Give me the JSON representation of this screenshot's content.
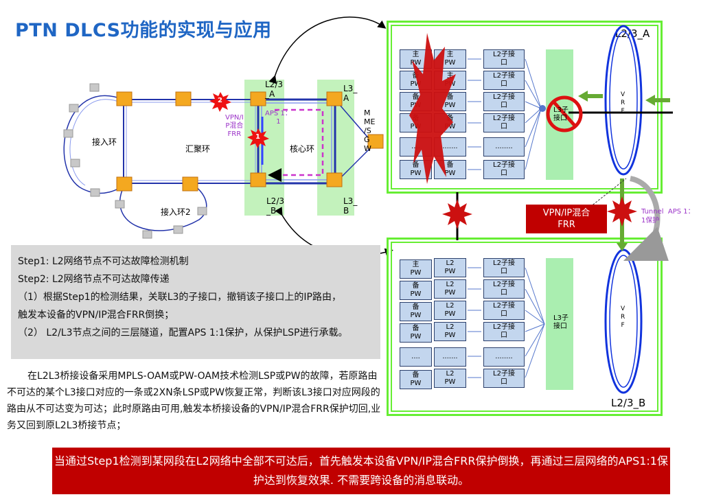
{
  "title": "PTN DLCS功能的实现与应用",
  "network": {
    "access_ring1": "接入环",
    "agg_ring": "汇聚环",
    "core_ring": "核心环",
    "access_ring2": "接入环2",
    "l23a_left": "L2/3\n_A",
    "l23b_left": "L2/3\n_B",
    "l3a": "L3_\nA",
    "l3b": "L3_\nB",
    "mme": "M\nME\n/S\nG\nW",
    "vpn_ip_frr": "VPN/I\nP混合\nFRR",
    "aps_label": "APS 1：\n1",
    "fault1": "1",
    "fault2": "2"
  },
  "device_a": {
    "label": "L2/3_A",
    "rows": [
      {
        "c1": "主\nPW",
        "c2": "主\nPW",
        "c3": "L2子接\n口"
      },
      {
        "c1": "备\nPW",
        "c2": "主\nPW",
        "c3": "L2子接\n口"
      },
      {
        "c1": "备\nPW",
        "c2": "备\nPW",
        "c3": "L2子接\n口"
      },
      {
        "c1": "备\nPW",
        "c2": "备\nPW",
        "c3": "L2子接\n口"
      },
      {
        "c1": "....",
        "c2": ".......",
        "c3": "........"
      },
      {
        "c1": "备\nPW",
        "c2": "备\nPW",
        "c3": "L2子接\n口"
      }
    ],
    "l3_sub": "L3子\n接口",
    "vrf": "V\nR\nF"
  },
  "device_b": {
    "label": "L2/3_B",
    "rows": [
      {
        "c1": "主\nPW",
        "c2": "L2\nPW",
        "c3": "L2子接\n口"
      },
      {
        "c1": "备\nPW",
        "c2": "L2\nPW",
        "c3": "L2子接\n口"
      },
      {
        "c1": "备\nPW",
        "c2": "L2\nPW",
        "c3": "L2子接\n口"
      },
      {
        "c1": "备\nPW",
        "c2": "L2\nPW",
        "c3": "L2子接\n口"
      },
      {
        "c1": "....",
        "c2": ".......",
        "c3": "........"
      },
      {
        "c1": "备\nPW",
        "c2": "L2\nPW",
        "c3": "L2子接\n口"
      }
    ],
    "l3_sub": "L3子\n接口",
    "vrf": "V\nR\nF"
  },
  "mix_frr_box": "VPN/IP混合\nFRR",
  "tunnel_aps": "Tunnel  APS 1：\n1保护",
  "steps": [
    "Step1: L2网络节点不可达故障检测机制",
    "Step2: L2网络节点不可达故障传递",
    "（1）根据Step1的检测结果，关联L3的子接口，撤销该子接口上的IP路由，",
    "触发本设备的VPN/IP混合FRR倒换；",
    "（2） L2/L3节点之间的三层隧道，配置APS 1:1保护，从保护LSP进行承载。"
  ],
  "paragraph": "在L2L3桥接设备采用MPLS-OAM或PW-OAM技术检测LSP或PW的故障，若原路由不可达的某个L3接口对应的一条或2XN条LSP或PW恢复正常，判断该L3接口对应网段的路由从不可达变为可达；此时原路由可用,触发本桥接设备的VPN/IP混合FRR保护切回,业务又回到原L2L3桥接节点；",
  "conclusion": "当通过Step1检测到某网段在L2网络中全部不可达后，首先触发本设备VPN/IP混合FRR保护倒换，再通过三层网络的APS1:1保护达到恢复效果. 不需要跨设备的消息联动。",
  "colors": {
    "title": "#1f66c4",
    "frame": "#66ee33",
    "red": "#c00000",
    "purple": "#9b33c8",
    "ring": "#2233aa"
  }
}
